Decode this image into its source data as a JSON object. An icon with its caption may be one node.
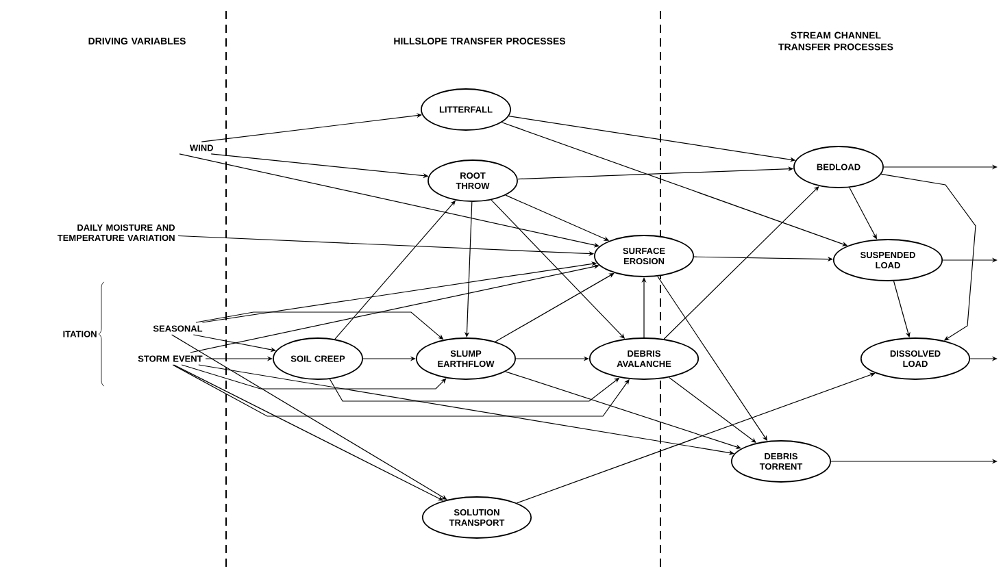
{
  "diagram": {
    "nodes": [
      {
        "text": [
          "WIND"
        ]
      },
      {
        "text": [
          "DAILY MOISTURE AND TEMPERATURE VARIATION"
        ]
      },
      {
        "text": [
          "SEASONAL"
        ]
      },
      {
        "text": [
          "STORM EVENT"
        ]
      },
      {
        "text": [
          "LITTERFALL"
        ]
      },
      {
        "text": [
          "ROOT THROW"
        ]
      },
      {
        "text": [
          "SURFACE EROSION"
        ]
      },
      {
        "text": [
          "SOIL CREEP"
        ]
      },
      {
        "text": [
          "SLUMP EARTHFLOW"
        ]
      },
      {
        "text": [
          "DEBRIS AVALANCHE"
        ]
      },
      {
        "text": [
          "SOLUTION TRANSPORT"
        ]
      },
      {
        "text": [
          "BEDLOAD"
        ]
      },
      {
        "text": [
          "SUSPENDED LOAD"
        ]
      },
      {
        "text": [
          "DISSOLVED LOAD"
        ]
      },
      {
        "text": [
          "DEBRIS TORRENT"
        ]
      }
    ],
    "edges": [
      {
        "from": 0,
        "to": 4,
        "arrow": "to"
      },
      {
        "from": 0,
        "to": 5,
        "arrow": "to"
      },
      {
        "from": 0,
        "to": 6,
        "arrow": "to"
      },
      {
        "from": 1,
        "to": 6,
        "arrow": "to"
      },
      {
        "from": 2,
        "to": 7,
        "arrow": "to"
      },
      {
        "from": 2,
        "to": 8,
        "arrow": "to"
      },
      {
        "from": 2,
        "to": 6,
        "arrow": "to"
      },
      {
        "from": 2,
        "to": 10,
        "arrow": "to"
      },
      {
        "from": 3,
        "to": 7,
        "arrow": "to"
      },
      {
        "from": 3,
        "to": 8,
        "arrow": "to"
      },
      {
        "from": 3,
        "to": 9,
        "arrow": "to"
      },
      {
        "from": 3,
        "to": 6,
        "arrow": "to"
      },
      {
        "from": 3,
        "to": 10,
        "arrow": "to"
      },
      {
        "from": 3,
        "to": 14,
        "arrow": "to"
      },
      {
        "from": 7,
        "to": 8,
        "arrow": "to"
      },
      {
        "from": 7,
        "to": 5,
        "arrow": "to"
      },
      {
        "from": 7,
        "to": 9,
        "arrow": "to"
      },
      {
        "from": 5,
        "to": 6,
        "arrow": "to"
      },
      {
        "from": 5,
        "to": 9,
        "arrow": "to"
      },
      {
        "from": 5,
        "to": 11,
        "arrow": "to"
      },
      {
        "from": 5,
        "to": 8,
        "arrow": "to"
      },
      {
        "from": 8,
        "to": 6,
        "arrow": "to"
      },
      {
        "from": 8,
        "to": 9,
        "arrow": "to"
      },
      {
        "from": 8,
        "to": 14,
        "arrow": "to"
      },
      {
        "from": 4,
        "to": 11,
        "arrow": "to"
      },
      {
        "from": 4,
        "to": 12,
        "arrow": "to"
      },
      {
        "from": 6,
        "to": 12,
        "arrow": "to"
      },
      {
        "from": 6,
        "to": 14,
        "arrow": "to"
      },
      {
        "from": 9,
        "to": 6,
        "arrow": "to"
      },
      {
        "from": 9,
        "to": 11,
        "arrow": "to"
      },
      {
        "from": 9,
        "to": 14,
        "arrow": "to"
      },
      {
        "from": 11,
        "to": 12,
        "arrow": "to"
      },
      {
        "from": 11,
        "to": 13,
        "arrow": "to"
      },
      {
        "from": 12,
        "to": 13,
        "arrow": "to"
      },
      {
        "from": 10,
        "to": 13,
        "arrow": "to"
      },
      {
        "from": 11,
        "to": null,
        "arrow": "to"
      },
      {
        "from": 12,
        "to": null,
        "arrow": "to"
      },
      {
        "from": 13,
        "to": null,
        "arrow": "to"
      },
      {
        "from": 14,
        "to": null,
        "arrow": "to"
      }
    ],
    "labels": [
      "DRIVING VARIABLES",
      "HILLSLOPE TRANSFER PROCESSES",
      "STREAM CHANNEL TRANSFER PROCESSES",
      "ITATION"
    ]
  }
}
